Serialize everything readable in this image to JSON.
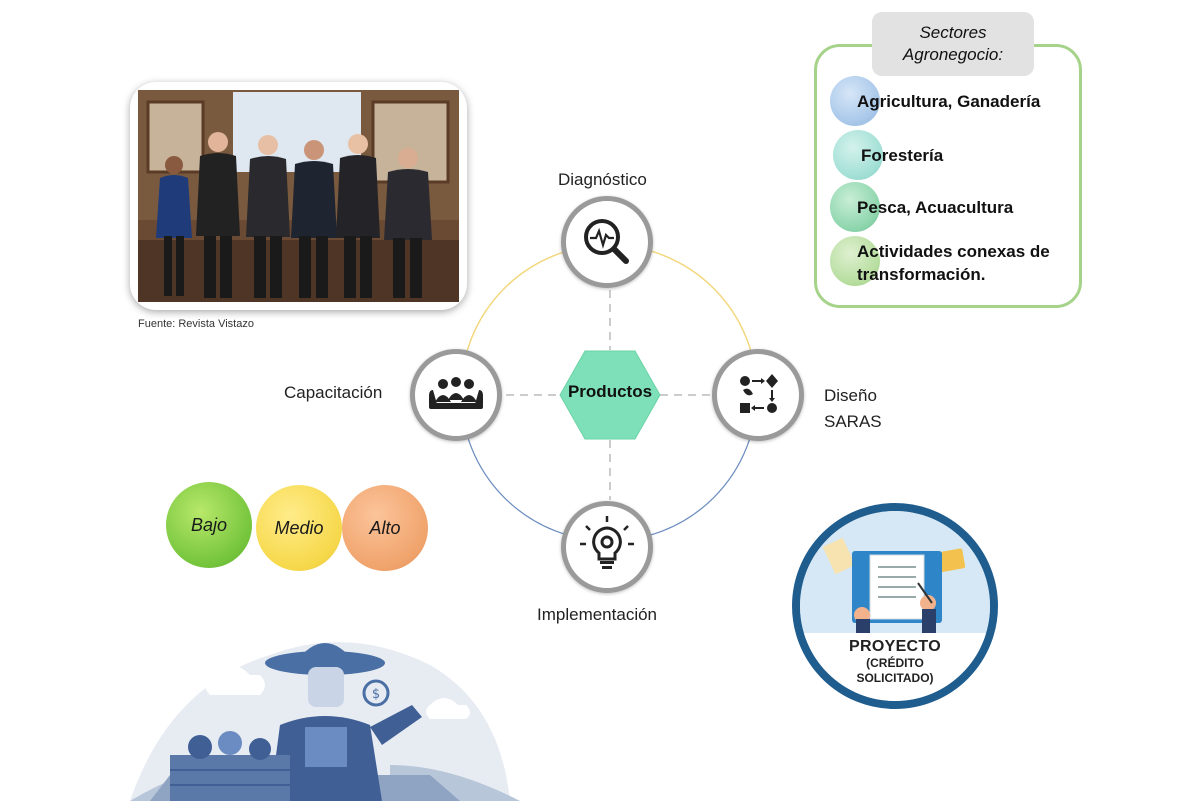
{
  "photo": {
    "caption": "Fuente: Revista Vistazo"
  },
  "sectores": {
    "title_line1": "Sectores",
    "title_line2": "Agronegocio:",
    "items": [
      {
        "label": "Agricultura, Ganadería",
        "color": "#a9c8ea"
      },
      {
        "label": "Forestería",
        "color": "#a3e0d6"
      },
      {
        "label": "Pesca, Acuacultura",
        "color": "#8fd6ae"
      },
      {
        "label_line1": "Actividades conexas de",
        "label_line2": "transformación.",
        "color": "#b8dea0"
      }
    ]
  },
  "diagram": {
    "center": "Productos",
    "center_color": "#7ee0b8",
    "nodes": {
      "top": {
        "label": "Diagnóstico",
        "icon": "magnifier-pulse-icon"
      },
      "left": {
        "label": "Capacitación",
        "icon": "team-meeting-icon"
      },
      "right": {
        "label_line1": "Diseño",
        "label_line2": "SARAS",
        "icon": "process-flow-icon"
      },
      "bottom": {
        "label": "Implementación",
        "icon": "lightbulb-gear-icon"
      }
    },
    "ring_colors": {
      "upper": "#f2d77c",
      "lower": "#6c8dbf"
    }
  },
  "risk": {
    "low": "Bajo",
    "medium": "Medio",
    "high": "Alto"
  },
  "project": {
    "title": "PROYECTO",
    "subtitle_line1": "(CRÉDITO",
    "subtitle_line2": "SOLICITADO)"
  }
}
